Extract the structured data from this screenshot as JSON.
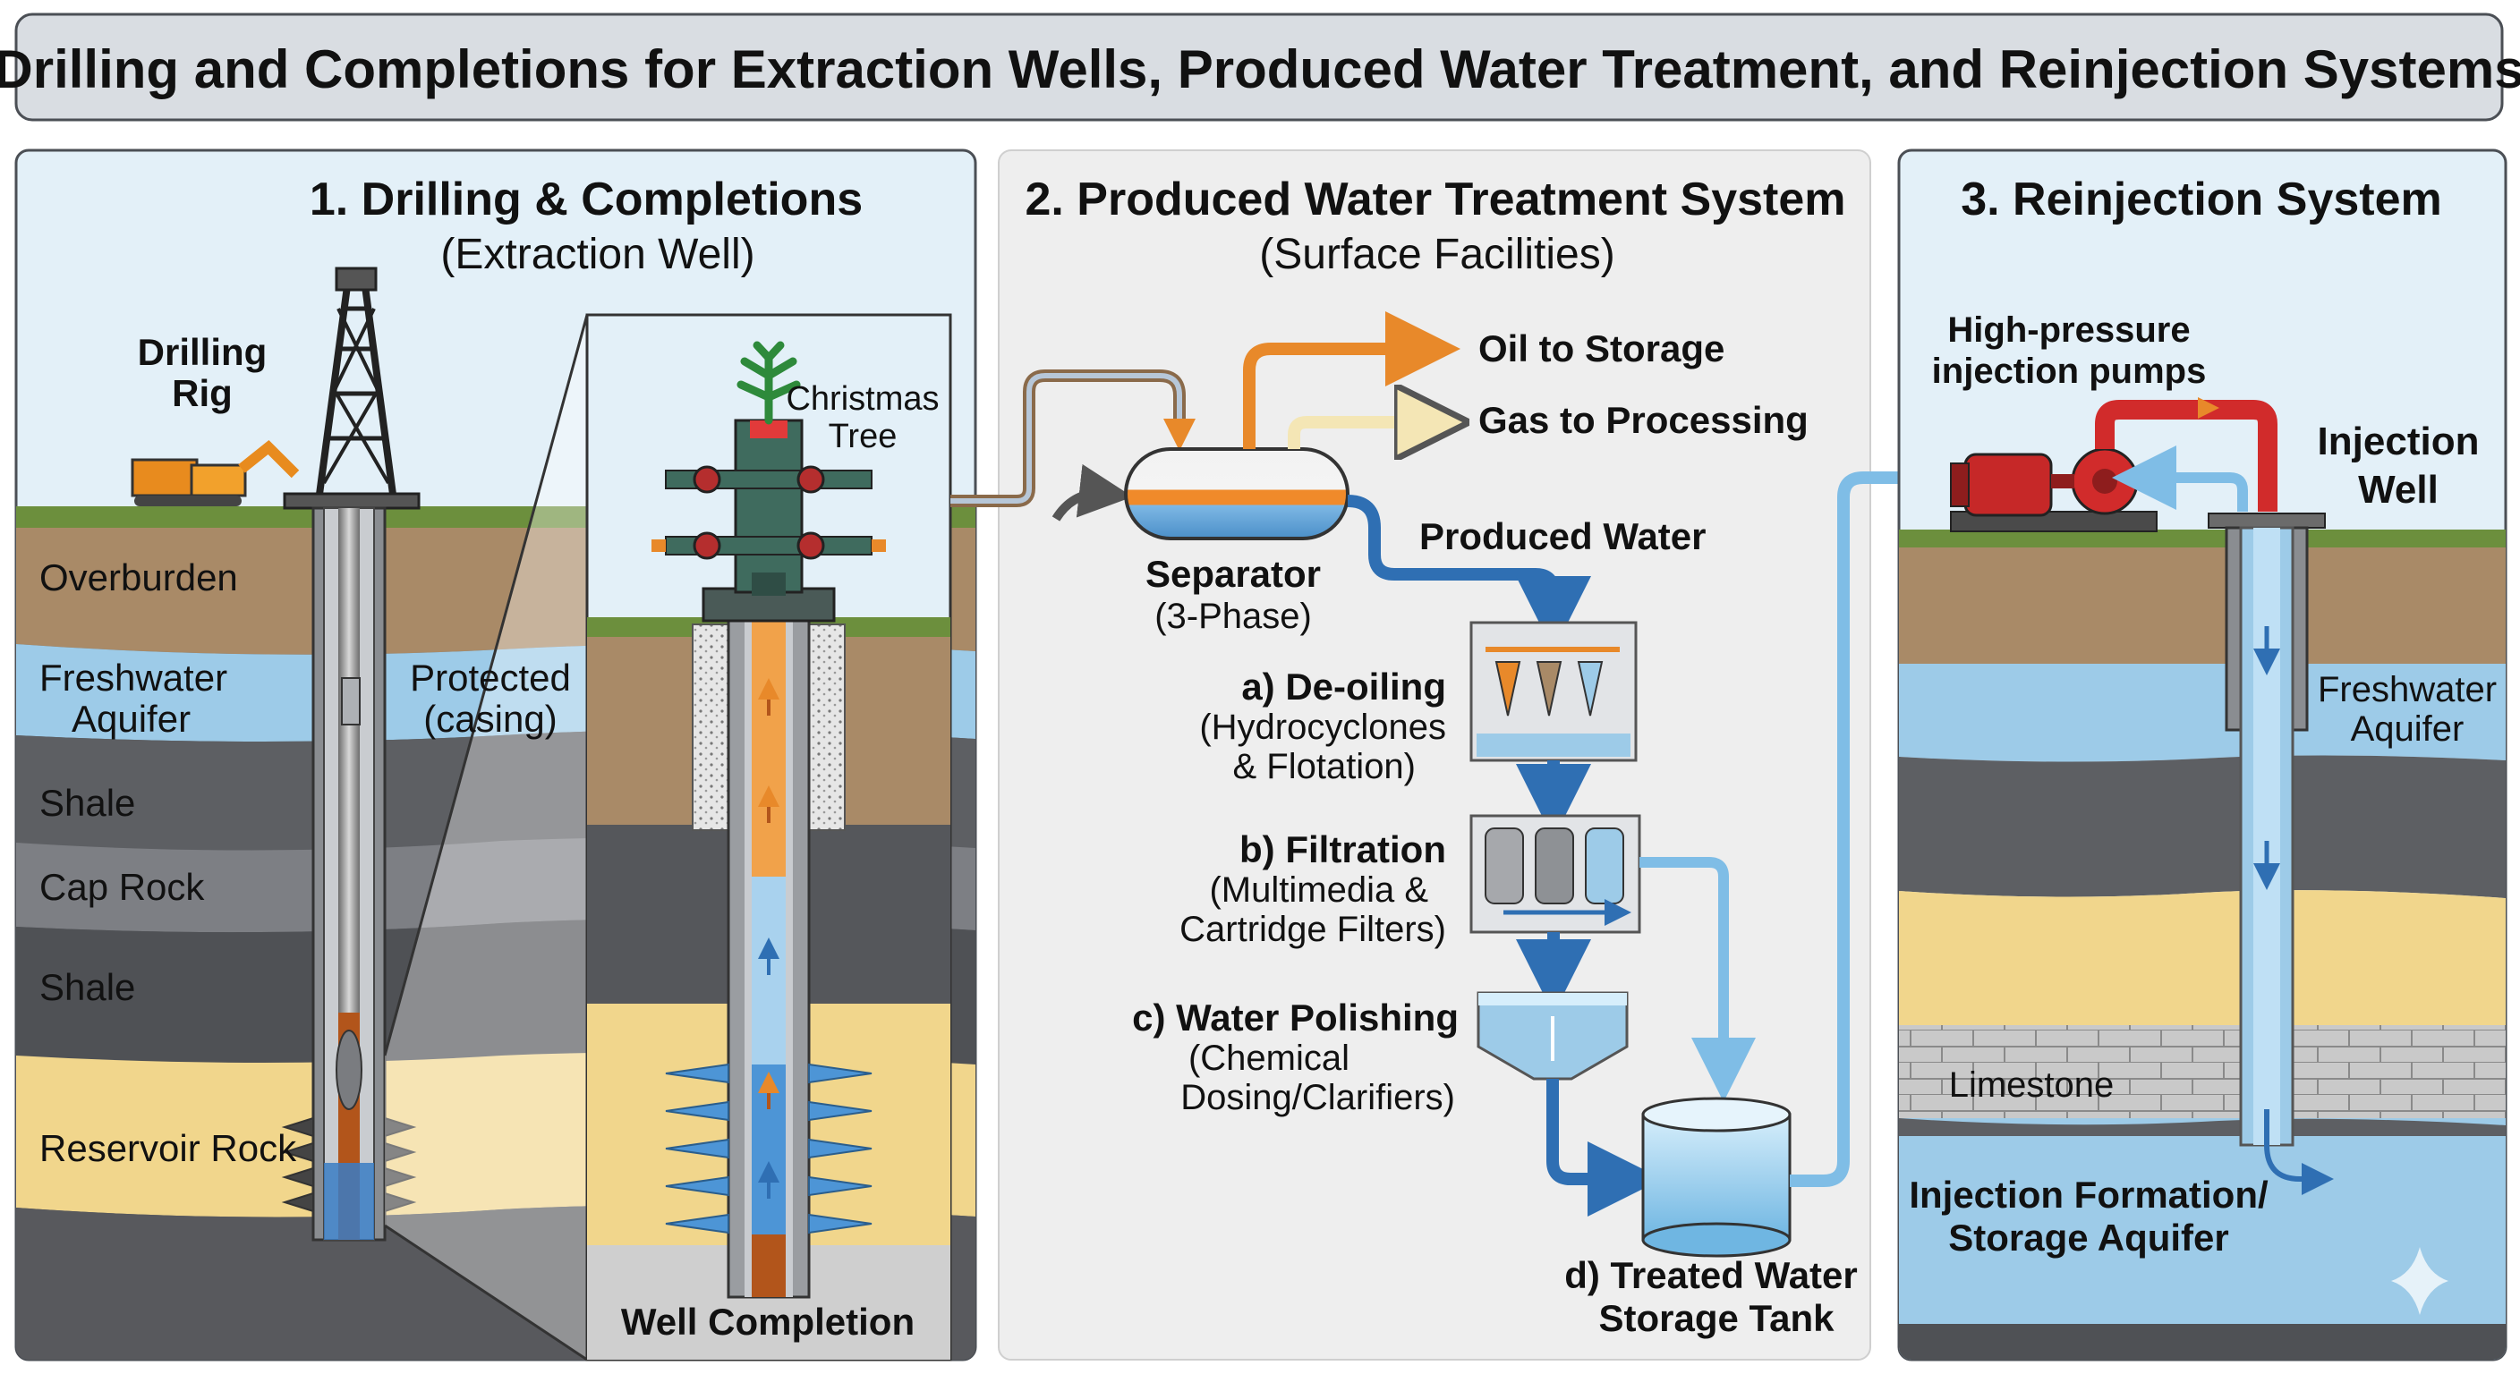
{
  "title": "Drilling and Completions for Extraction Wells, Produced Water Treatment, and Reinjection Systems",
  "panel1": {
    "heading": "1. Drilling & Completions",
    "subheading": "(Extraction Well)",
    "rig_label": [
      "Drilling",
      "Rig"
    ],
    "layers": {
      "overburden": "Overburden",
      "freshwater": [
        "Freshwater",
        "Aquifer"
      ],
      "shale_upper": "Shale",
      "cap_rock": "Cap Rock",
      "shale_lower": "Shale",
      "reservoir": "Reservoir Rock"
    },
    "protected": [
      "Protected",
      "(casing)"
    ],
    "christmas_tree": [
      "Christmas",
      "Tree"
    ],
    "well_completion": "Well Completion"
  },
  "panel2": {
    "heading": "2. Produced Water Treatment System",
    "subheading": "(Surface Facilities)",
    "oil": "Oil to Storage",
    "gas": "Gas to Processing",
    "separator": "Separator",
    "separator_sub": "(3-Phase)",
    "produced_water": "Produced Water",
    "deoiling": "a) De-oiling",
    "deoiling_sub": [
      "(Hydrocyclones",
      "& Flotation)"
    ],
    "filtration": "b) Filtration",
    "filtration_sub": [
      "(Multimedia &",
      "Cartridge Filters)"
    ],
    "polishing": "c) Water Polishing",
    "polishing_sub": [
      "(Chemical",
      "Dosing/Clarifiers)"
    ],
    "tank": [
      "d) Treated Water",
      "Storage Tank"
    ]
  },
  "panel3": {
    "heading": "3. Reinjection System",
    "pumps": [
      "High-pressure",
      "injection pumps"
    ],
    "injection_well": [
      "Injection",
      "Well"
    ],
    "freshwater": [
      "Freshwater",
      "Aquifer"
    ],
    "limestone": "Limestone",
    "formation": [
      "Injection Formation/",
      "Storage Aquifer"
    ]
  },
  "colors": {
    "panel1_bg": "#e3f0f8",
    "panel2_bg": "#eeeeee",
    "overburden": "#a98a67",
    "freshwater": "#9dcbe8",
    "shale": "#5d5f63",
    "sand": "#f1d68c",
    "oil": "#e8892a",
    "water": "#3b8fd1",
    "pump_red": "#d12b2b"
  }
}
